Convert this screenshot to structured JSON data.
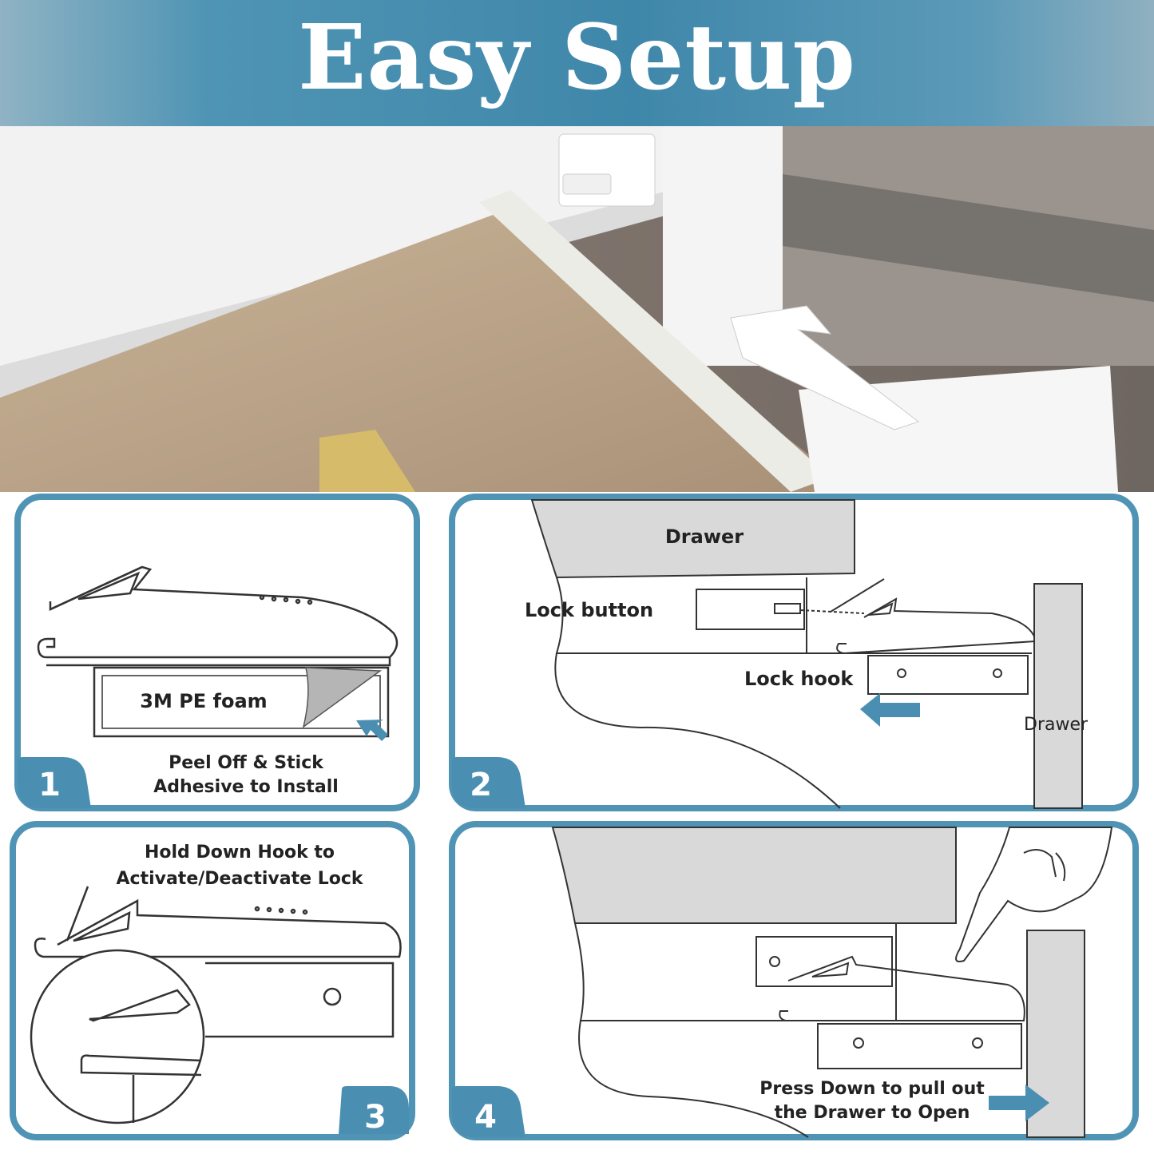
{
  "title": "Easy Setup",
  "colors": {
    "accent": "#4a8fb2",
    "panel_border": "#4f93b5",
    "drawer_gray": "#d9d9d9"
  },
  "steps": [
    {
      "number": "1",
      "caption_line1": "Peel Off & Stick",
      "caption_line2": "Adhesive to Install",
      "foam_label": "3M PE foam"
    },
    {
      "number": "2",
      "drawer_top_label": "Drawer",
      "lock_button_label": "Lock button",
      "lock_hook_label": "Lock hook",
      "drawer_side_label": "Drawer"
    },
    {
      "number": "3",
      "caption_line1": "Hold Down  Hook to",
      "caption_line2": "Activate/Deactivate Lock"
    },
    {
      "number": "4",
      "caption_line1": "Press Down to pull out",
      "caption_line2": "the Drawer to Open"
    }
  ]
}
